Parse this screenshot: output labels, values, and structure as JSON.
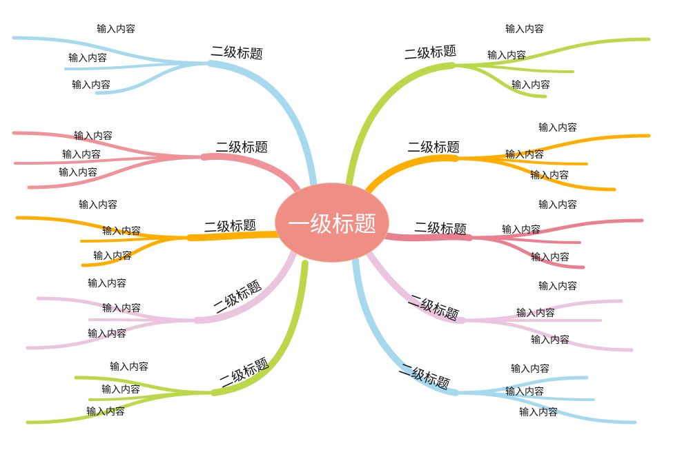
{
  "center": {
    "title": "一级标题",
    "color": "#ee8e85"
  },
  "branches": [
    {
      "title": "二级标题",
      "color": "#a6d8ee",
      "items": [
        "输入内容",
        "输入内容",
        "输入内容"
      ]
    },
    {
      "title": "二级标题",
      "color": "#f0929a",
      "items": [
        "输入内容",
        "输入内容",
        "输入内容"
      ]
    },
    {
      "title": "二级标题",
      "color": "#ffae00",
      "items": [
        "输入内容",
        "输入内容",
        "输入内容"
      ]
    },
    {
      "title": "二级标题",
      "color": "#ebc4dd",
      "items": [
        "输入内容",
        "输入内容",
        "输入内容"
      ]
    },
    {
      "title": "二级标题",
      "color": "#bcd84a",
      "items": [
        "输入内容",
        "输入内容",
        "输入内容"
      ]
    },
    {
      "title": "二级标题",
      "color": "#bcd84a",
      "items": [
        "输入内容",
        "输入内容",
        "输入内容"
      ]
    },
    {
      "title": "二级标题",
      "color": "#ffae00",
      "items": [
        "输入内容",
        "输入内容",
        "输入内容"
      ]
    },
    {
      "title": "二级标题",
      "color": "#e8808f",
      "items": [
        "输入内容",
        "输入内容",
        "输入内容"
      ]
    },
    {
      "title": "二级标题",
      "color": "#ebc4dd",
      "items": [
        "输入内容",
        "输入内容",
        "输入内容"
      ]
    },
    {
      "title": "二级标题",
      "color": "#a6d8ee",
      "items": [
        "输入内容",
        "输入内容",
        "输入内容"
      ]
    }
  ]
}
